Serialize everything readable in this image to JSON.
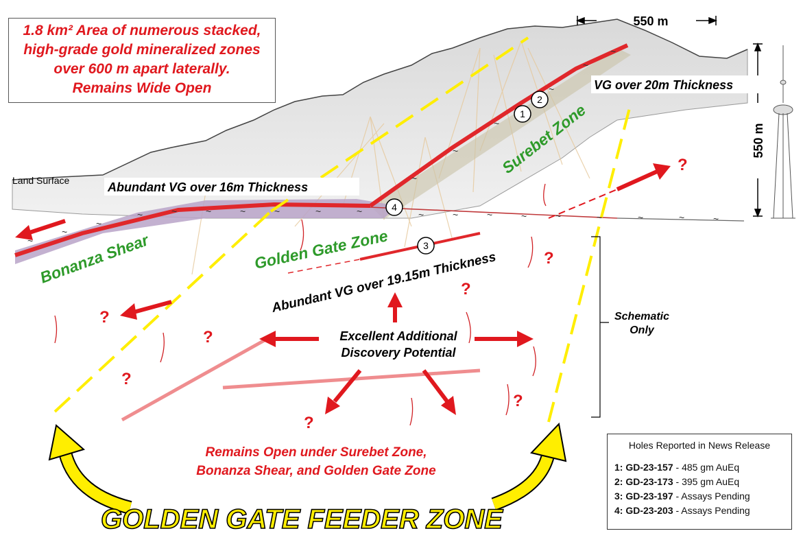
{
  "headline": {
    "line1": "1.8 km² Area of numerous stacked,",
    "line2": "high-grade gold mineralized zones",
    "line3": "over 600 m apart laterally.",
    "line4": "Remains Wide Open"
  },
  "scale": {
    "horizontal": "550 m",
    "vertical": "550 m"
  },
  "labels": {
    "land_surface": "Land Surface",
    "vg_16m": "Abundant VG over 16m Thickness",
    "vg_20m": "VG over 20m Thickness",
    "vg_1915m": "Abundant VG over 19.15m Thickness",
    "surebet_zone": "Surebet Zone",
    "golden_gate_zone": "Golden Gate Zone",
    "bonanza_shear": "Bonanza Shear",
    "discovery_line1": "Excellent Additional",
    "discovery_line2": "Discovery Potential",
    "schematic_line1": "Schematic",
    "schematic_line2": "Only",
    "remains_open_line1": "Remains Open under Surebet Zone,",
    "remains_open_line2": "Bonanza Shear, and Golden Gate Zone",
    "feeder_zone": "GOLDEN GATE FEEDER ZONE",
    "question_mark": "?"
  },
  "markers": [
    "1",
    "2",
    "3",
    "4"
  ],
  "legend": {
    "title": "Holes Reported in News Release",
    "rows": [
      {
        "num": "1:",
        "hole": "GD-23-157",
        "sep": " - ",
        "result": "485 gm AuEq"
      },
      {
        "num": "2:",
        "hole": "GD-23-173",
        "sep": " - ",
        "result": "395 gm AuEq"
      },
      {
        "num": "3:",
        "hole": "GD-23-197",
        "sep": " - ",
        "result": "Assays Pending"
      },
      {
        "num": "4:",
        "hole": "GD-23-203",
        "sep": " - ",
        "result": "Assays Pending"
      }
    ]
  },
  "colors": {
    "red_text": "#e0181e",
    "green_text": "#2e9a2a",
    "yellow_feeder": "#ffee00",
    "shear_red": "#e0272b",
    "shear_purple": "#b9a3c8"
  }
}
